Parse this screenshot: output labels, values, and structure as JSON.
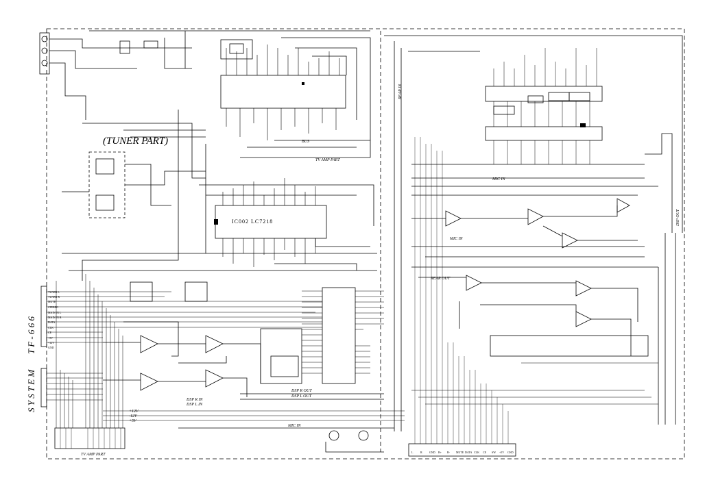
{
  "diagram": {
    "tuner_part_label": "(TUNER PART)",
    "ic_label": "IC002 LC7218",
    "tv_amp_part_arrow": "TV AMP PART",
    "tv_amp_part_bottom": "TV AMP PART",
    "side_label_top": "T F - 6 6 6",
    "side_label_bottom": "S Y S T E M",
    "bus_label": "BUS",
    "mic_in": "MIC IN",
    "rear_out": "REAR OUT",
    "rear_in_fr": "REAR IN",
    "dsp_out": "DSP OUT",
    "dsp_r_in": "DSP R IN",
    "dsp_l_in": "DSP L IN",
    "dsp_r_out": "DSP R OUT",
    "dsp_l_out": "DSP L OUT",
    "mic_in_bottom": "MIC IN",
    "mic_in2": "MIC IN",
    "rails": [
      "+12V",
      "-12V",
      "+5V"
    ],
    "left_connector_pins": [
      "TUNER L",
      "TUNER R",
      "MUTE",
      "STEREO",
      "MAIN IN L",
      "MAIN IN R",
      "DATA",
      "CLK",
      "CE",
      "+5V",
      "+12V",
      "GND"
    ],
    "bottom_connector_labels": [
      "L",
      "R",
      "GND",
      "B+",
      "B-",
      "MUTE",
      "DATA",
      "CLK",
      "CE",
      "SW",
      "+5V",
      "GND"
    ]
  }
}
